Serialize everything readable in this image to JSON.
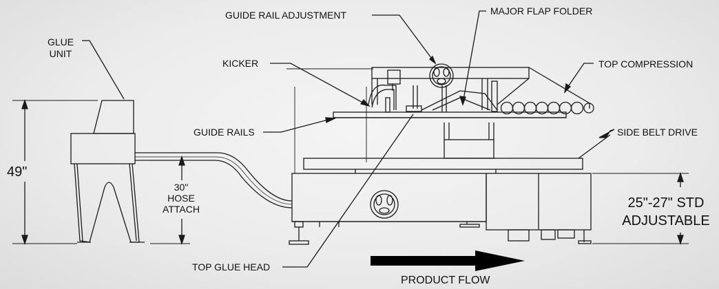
{
  "labels": {
    "guide_rail_adjustment": "GUIDE RAIL ADJUSTMENT",
    "major_flap_folder": "MAJOR FLAP FOLDER",
    "glue_unit_line1": "GLUE",
    "glue_unit_line2": "UNIT",
    "kicker": "KICKER",
    "top_compression": "TOP COMPRESSION",
    "guide_rails": "GUIDE RAILS",
    "side_belt_drive": "SIDE BELT DRIVE",
    "height_total": "49\"",
    "hose_attach_line1": "30\"",
    "hose_attach_line2": "HOSE",
    "hose_attach_line3": "ATTACH",
    "height_adjust_line1": "25\"-27\" STD",
    "height_adjust_line2": "ADJUSTABLE",
    "top_glue_head": "TOP GLUE HEAD",
    "product_flow": "PRODUCT FLOW"
  },
  "colors": {
    "line": "#1a1a1a",
    "arrow_fill": "#000000"
  }
}
